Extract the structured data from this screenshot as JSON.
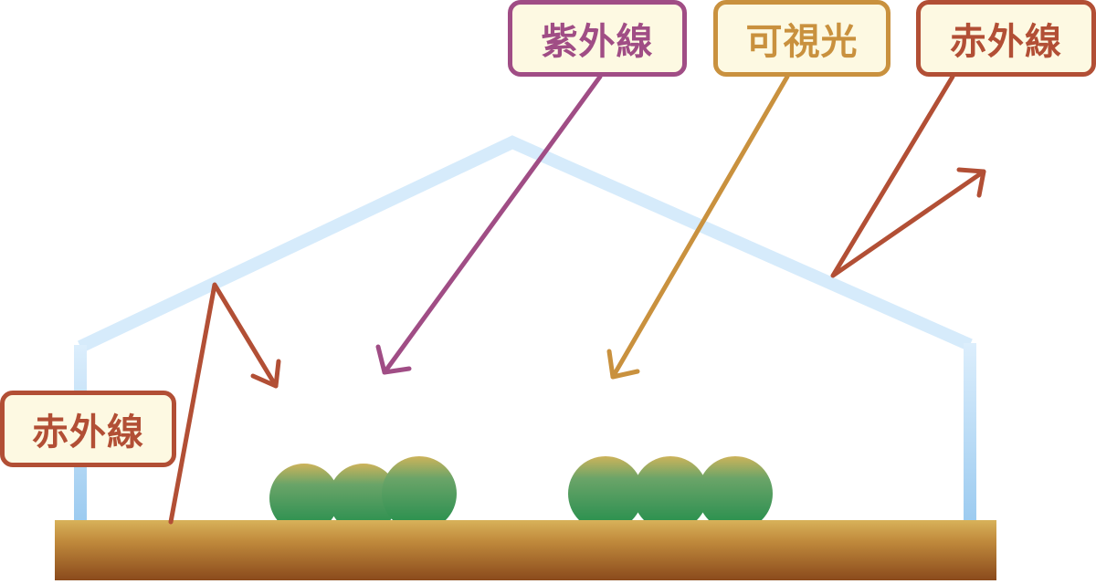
{
  "labels": {
    "uv": "紫外線",
    "visible": "可視光",
    "infrared_top": "赤外線",
    "infrared_left": "赤外線"
  },
  "colors": {
    "uv": "#a04d85",
    "visible": "#c9913e",
    "infrared": "#b24f35",
    "label_background": "#fdf9e2",
    "greenhouse_frame": "#cfe7fa",
    "greenhouse_wall_bottom": "#9ccbf0",
    "plant_top": "#cdb35a",
    "plant_body": "#4f9a63",
    "plant_bottom": "#1f8f47",
    "soil_top": "#d8b25a",
    "soil_bottom": "#8a4a1c"
  },
  "plants": {
    "left_group_count": 3,
    "right_group_count": 3
  }
}
